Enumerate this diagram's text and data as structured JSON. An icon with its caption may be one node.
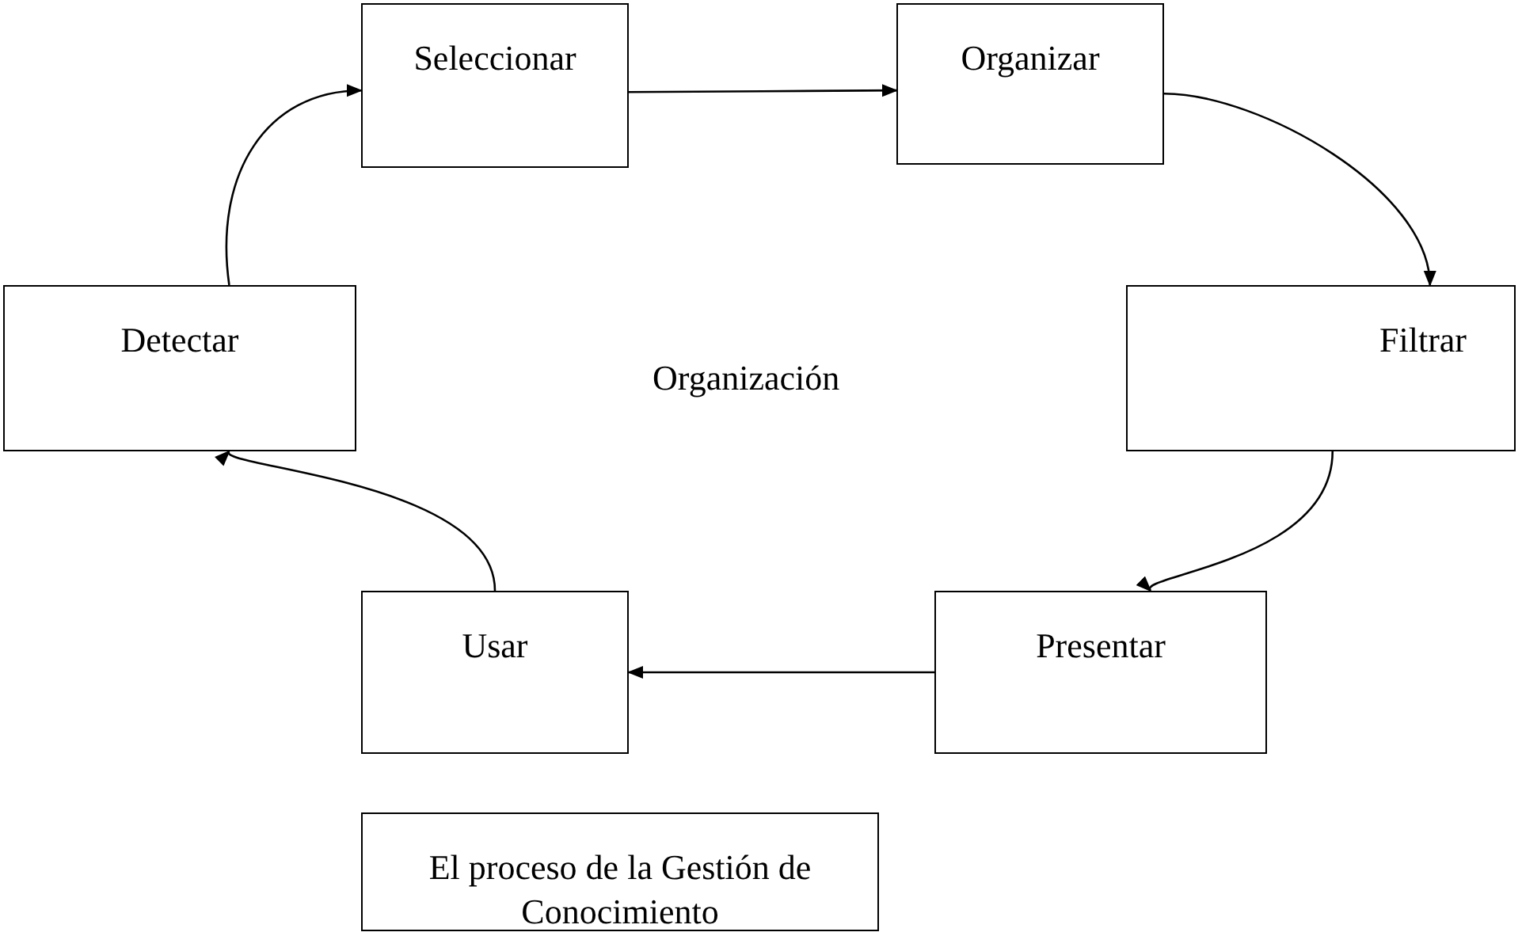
{
  "diagram": {
    "nodes": [
      {
        "text": [
          "Seleccionar"
        ]
      },
      {
        "text": [
          "Organizar"
        ]
      },
      {
        "text": [
          "Filtrar"
        ]
      },
      {
        "text": [
          "Presentar"
        ]
      },
      {
        "text": [
          "Usar"
        ]
      },
      {
        "text": [
          "Detectar"
        ]
      },
      {
        "text": [
          "El proceso de la Gestión de Conocimiento"
        ]
      }
    ],
    "edges": [
      {
        "from": 0,
        "to": 1,
        "arrow": "to"
      },
      {
        "from": 1,
        "to": 2,
        "arrow": "to"
      },
      {
        "from": 2,
        "to": 3,
        "arrow": "to"
      },
      {
        "from": 3,
        "to": 4,
        "arrow": "to"
      },
      {
        "from": 4,
        "to": 5,
        "arrow": "to"
      },
      {
        "from": 5,
        "to": 0,
        "arrow": "to"
      }
    ],
    "labels": [
      "Organización"
    ]
  }
}
